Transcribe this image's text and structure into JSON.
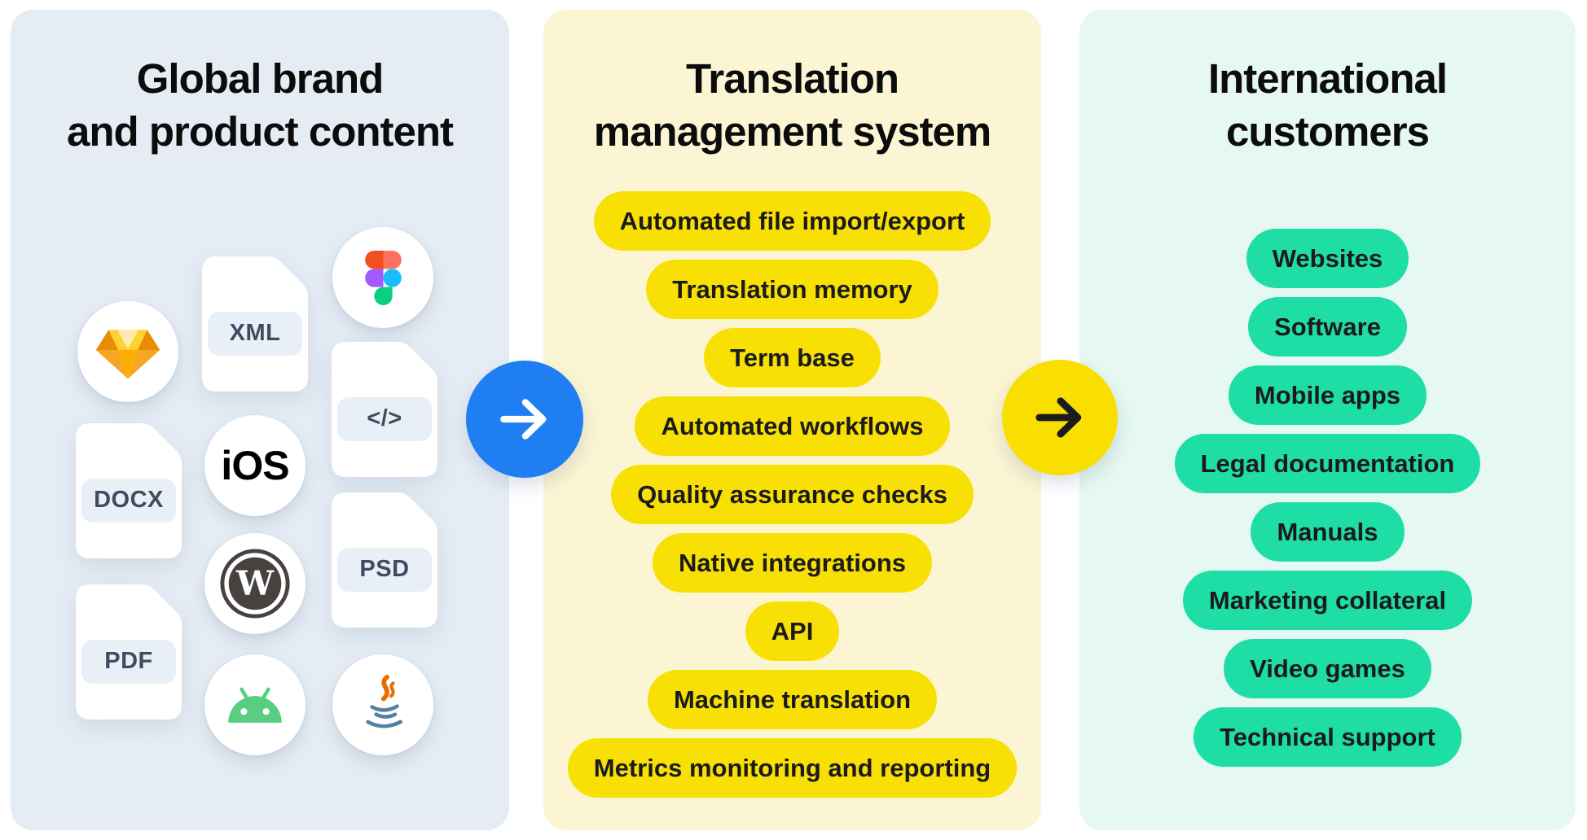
{
  "source_panel": {
    "title": {
      "line1": "Global brand",
      "line2": "and product content"
    },
    "file_cards": [
      {
        "type": "xml",
        "label": "XML"
      },
      {
        "type": "docx",
        "label": "DOCX"
      },
      {
        "type": "pdf",
        "label": "PDF"
      },
      {
        "type": "code",
        "label": "</>"
      },
      {
        "type": "psd",
        "label": "PSD"
      }
    ],
    "platform_icons": [
      {
        "name": "sketch-icon"
      },
      {
        "name": "figma-icon"
      },
      {
        "name": "ios-icon",
        "label": "iOS"
      },
      {
        "name": "wordpress-icon",
        "label": "W"
      },
      {
        "name": "android-icon"
      },
      {
        "name": "java-icon"
      }
    ]
  },
  "tms_panel": {
    "title": {
      "line1": "Translation",
      "line2": "management system"
    },
    "features": [
      "Automated file import/export",
      "Translation memory",
      "Term base",
      "Automated workflows",
      "Quality assurance checks",
      "Native integrations",
      "API",
      "Machine translation",
      "Metrics monitoring and reporting"
    ]
  },
  "customers_panel": {
    "title": {
      "line1": "International",
      "line2": "customers"
    },
    "content_types": [
      "Websites",
      "Software",
      "Mobile apps",
      "Legal documentation",
      "Manuals",
      "Marketing collateral",
      "Video games",
      "Technical support"
    ]
  },
  "flow": {
    "arrow1": {
      "name": "flow-arrow-source-to-tms",
      "circle_color": "#1f7ff2",
      "arrow_color": "#ffffff"
    },
    "arrow2": {
      "name": "flow-arrow-tms-to-customers",
      "circle_color": "#f8df00",
      "arrow_color": "#1b1b1b"
    }
  },
  "colors": {
    "source_panel_bg": "#e5ecf4",
    "tms_panel_bg": "#fbf5d3",
    "customers_panel_bg": "#e5f8f1",
    "feature_pill": "#f8e004",
    "customer_pill": "#1edea6",
    "card_label_bg": "#e9eff7",
    "card_label_text": "#3d4c60",
    "title_text": "#0c0c0c"
  }
}
